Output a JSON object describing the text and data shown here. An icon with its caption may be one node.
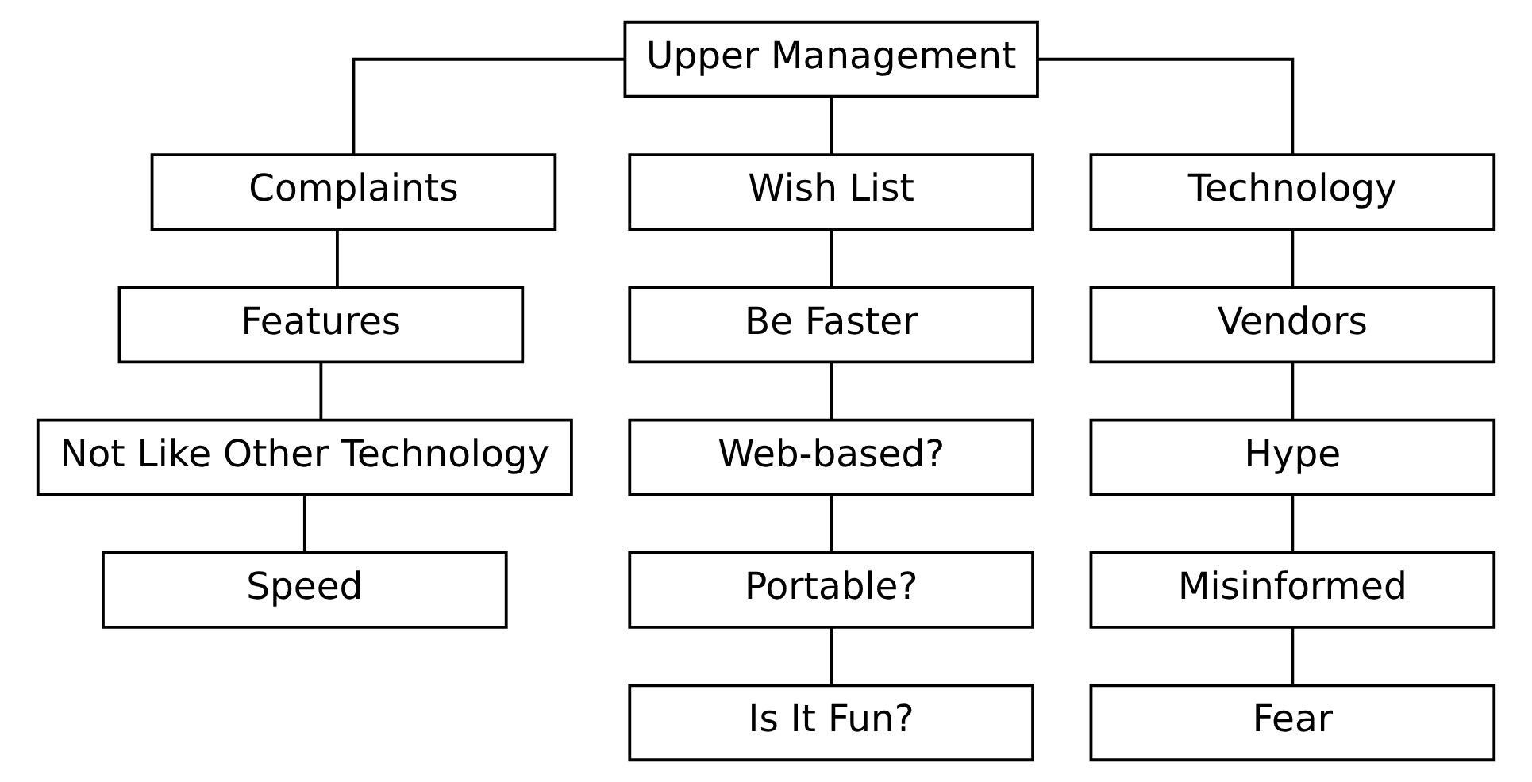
{
  "diagram": {
    "nodes": [
      {
        "text": [
          "Upper Management"
        ]
      },
      {
        "text": [
          "Complaints"
        ]
      },
      {
        "text": [
          "Wish List"
        ]
      },
      {
        "text": [
          "Technology"
        ]
      },
      {
        "text": [
          "Features"
        ]
      },
      {
        "text": [
          "Be Faster"
        ]
      },
      {
        "text": [
          "Vendors"
        ]
      },
      {
        "text": [
          "Not Like Other Technology"
        ]
      },
      {
        "text": [
          "Web-based?"
        ]
      },
      {
        "text": [
          "Hype"
        ]
      },
      {
        "text": [
          "Speed"
        ]
      },
      {
        "text": [
          "Portable?"
        ]
      },
      {
        "text": [
          "Misinformed"
        ]
      },
      {
        "text": [
          "Is It Fun?"
        ]
      },
      {
        "text": [
          "Fear"
        ]
      }
    ],
    "edges": [
      {
        "from": 0,
        "to": 1,
        "arrow": "none"
      },
      {
        "from": 0,
        "to": 2,
        "arrow": "none"
      },
      {
        "from": 0,
        "to": 3,
        "arrow": "none"
      },
      {
        "from": 1,
        "to": 4,
        "arrow": "none"
      },
      {
        "from": 4,
        "to": 7,
        "arrow": "none"
      },
      {
        "from": 7,
        "to": 10,
        "arrow": "none"
      },
      {
        "from": 2,
        "to": 5,
        "arrow": "none"
      },
      {
        "from": 5,
        "to": 8,
        "arrow": "none"
      },
      {
        "from": 8,
        "to": 11,
        "arrow": "none"
      },
      {
        "from": 11,
        "to": 13,
        "arrow": "none"
      },
      {
        "from": 3,
        "to": 6,
        "arrow": "none"
      },
      {
        "from": 6,
        "to": 9,
        "arrow": "none"
      },
      {
        "from": 9,
        "to": 12,
        "arrow": "none"
      },
      {
        "from": 12,
        "to": 14,
        "arrow": "none"
      }
    ]
  }
}
